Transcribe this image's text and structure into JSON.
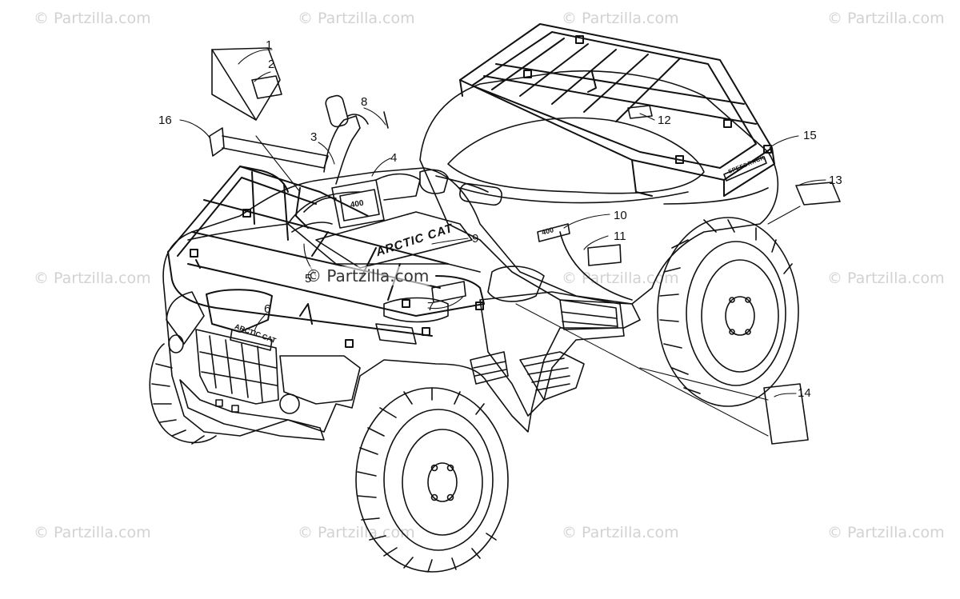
{
  "watermark": "© Partzilla.com",
  "center_watermark": "© Partzilla.com",
  "callouts": [
    "1",
    "2",
    "3",
    "4",
    "5",
    "6",
    "7",
    "8",
    "9",
    "10",
    "11",
    "12",
    "13",
    "14",
    "15",
    "16"
  ],
  "decals": {
    "hood_brand": "ARCTIC CAT",
    "grille_brand": "ARCTIC CAT",
    "fender_model": "400",
    "console_model": "400",
    "rack_decal": "SPEEDRACK"
  }
}
